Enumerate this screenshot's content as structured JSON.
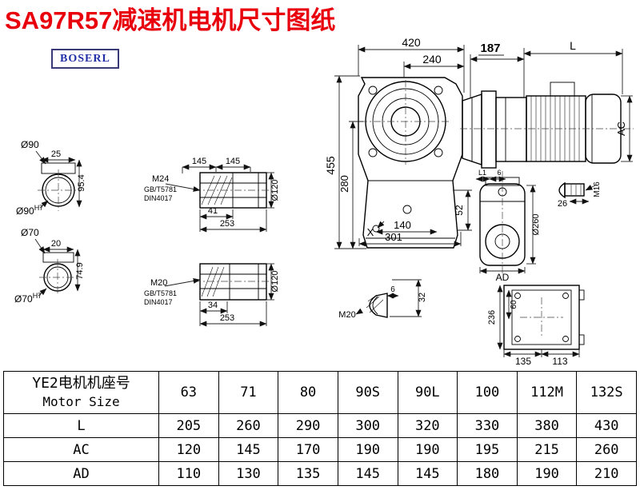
{
  "page": {
    "title": "SA97R57减速机电机尺寸图纸",
    "logo": "BOSERL"
  },
  "labels": {
    "d420": "420",
    "d240": "240",
    "d187": "187",
    "dL": "L",
    "d455": "455",
    "d280": "280",
    "d52": "52",
    "dX": "X",
    "d140": "140",
    "d301": "301",
    "dAC": "AC",
    "dia90": "Ø90",
    "d25": "25",
    "d95_4": "95.4",
    "dia90h7_base": "Ø90",
    "dia90h7_sup": "H7",
    "dia70": "Ø70",
    "d20": "20",
    "d74_9": "74.9",
    "dia70h7_base": "Ø70",
    "dia70h7_sup": "H7",
    "d145a": "145",
    "d145b": "145",
    "dia120a": "Ø120",
    "m24": "M24",
    "gb1": "GB/T5781",
    "din1": "DIN4017",
    "d41": "41",
    "d253a": "253",
    "m20mid": "M20",
    "gb2": "GB/T5781",
    "din2": "DIN4017",
    "d34": "34",
    "d253b": "253",
    "dia120b": "Ø120",
    "dL1": "L1",
    "d6a": "6",
    "m16": "M16",
    "d26": "26",
    "dia260": "Ø260",
    "dAD": "AD",
    "d6b": "6",
    "d32": "32",
    "m20bot": "M20",
    "d236": "236",
    "d60": "60",
    "d135": "135",
    "d113": "113"
  },
  "table": {
    "header_cn": "YE2电机机座号",
    "header_en": "Motor Size",
    "sizes": [
      "63",
      "71",
      "80",
      "90S",
      "90L",
      "100",
      "112M",
      "132S"
    ],
    "rows": [
      {
        "label": "L",
        "values": [
          "205",
          "260",
          "290",
          "300",
          "320",
          "330",
          "380",
          "430"
        ]
      },
      {
        "label": "AC",
        "values": [
          "120",
          "145",
          "170",
          "190",
          "190",
          "195",
          "215",
          "260"
        ]
      },
      {
        "label": "AD",
        "values": [
          "110",
          "130",
          "135",
          "145",
          "145",
          "180",
          "190",
          "210"
        ]
      }
    ]
  }
}
